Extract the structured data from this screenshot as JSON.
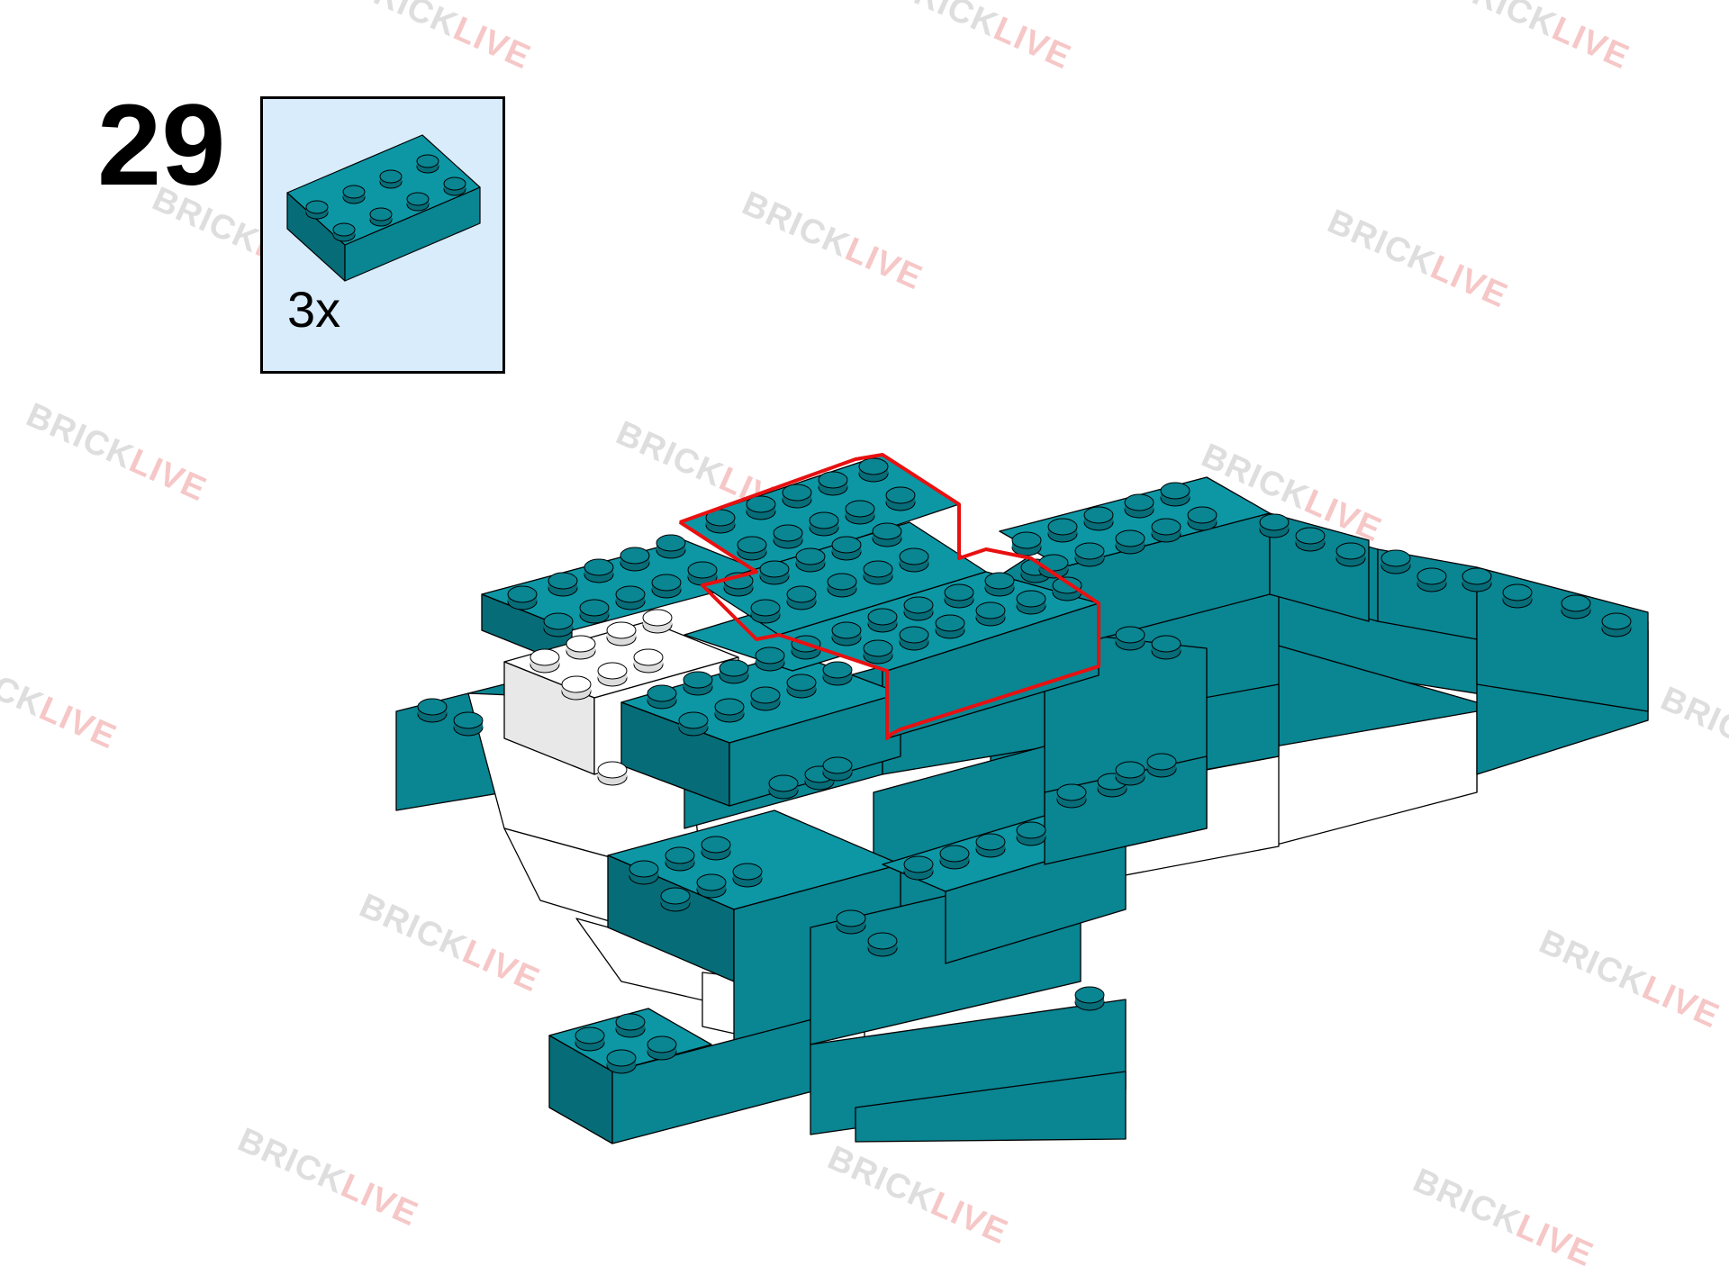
{
  "step": {
    "number": "29"
  },
  "parts_callout": {
    "quantity": "3x",
    "part_icon": "brick-2x4-icon",
    "part_color": "#0a8592"
  },
  "colors": {
    "brick_teal": "#0a8592",
    "brick_teal_dark": "#066d78",
    "brick_white": "#ffffff",
    "highlight_outline": "#e81010",
    "callout_bg": "#d8ecfb"
  },
  "watermark": {
    "part1": "BRICK",
    "part2": "LIVE"
  }
}
